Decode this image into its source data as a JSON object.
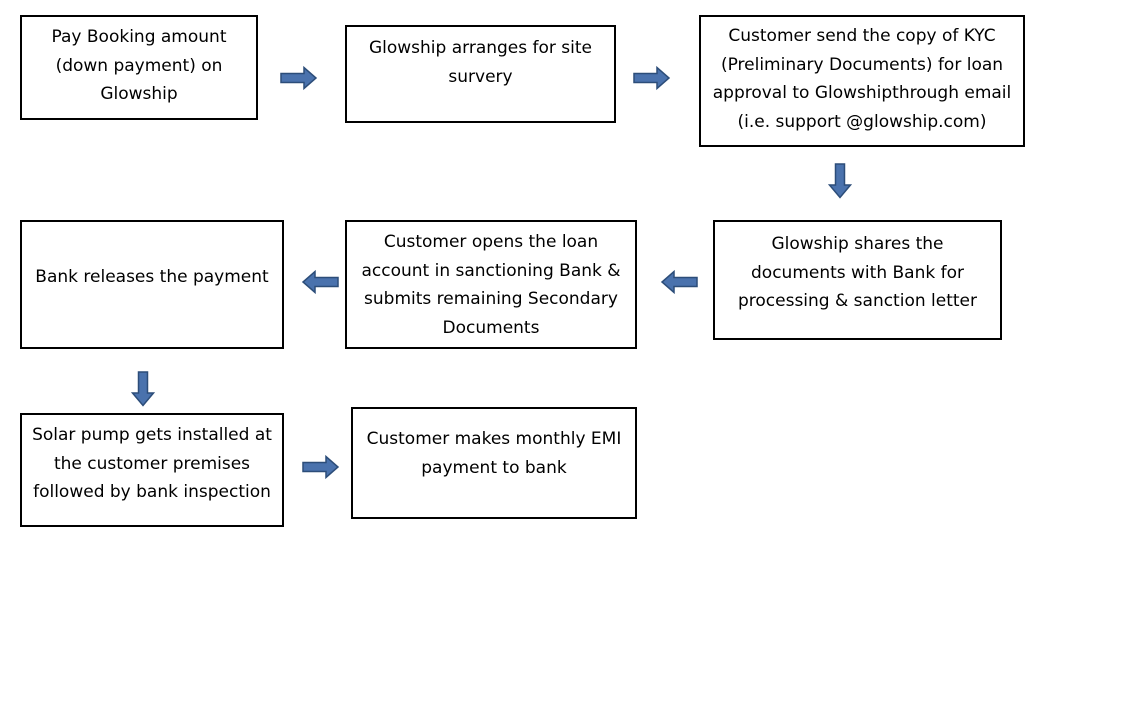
{
  "colors": {
    "arrow_fill": "#4a72ad",
    "arrow_stroke": "#2c4d79",
    "box_border": "#000000"
  },
  "steps": [
    {
      "id": "pay-booking",
      "text": "Pay Booking amount\n(down payment) on\nGlowship"
    },
    {
      "id": "site-survey",
      "text": "Glowship arranges for site\nsurvery"
    },
    {
      "id": "send-kyc",
      "text": "Customer send the copy of KYC\n(Preliminary Documents) for loan\napproval to Glowshipthrough email\n(i.e. support @glowship.com)"
    },
    {
      "id": "share-documents",
      "text": "Glowship shares the\ndocuments with Bank for\nprocessing & sanction letter"
    },
    {
      "id": "open-loan-account",
      "text": "Customer opens the loan\naccount in sanctioning Bank &\nsubmits remaining Secondary\nDocuments"
    },
    {
      "id": "bank-releases",
      "text": "Bank releases the payment"
    },
    {
      "id": "solar-pump-installed",
      "text": "Solar pump gets installed at\nthe customer premises\nfollowed by bank inspection"
    },
    {
      "id": "monthly-emi",
      "text": "Customer makes monthly EMI\npayment to bank"
    }
  ],
  "arrows": [
    {
      "from": "pay-booking",
      "to": "site-survey",
      "direction": "right"
    },
    {
      "from": "site-survey",
      "to": "send-kyc",
      "direction": "right"
    },
    {
      "from": "send-kyc",
      "to": "share-documents",
      "direction": "down"
    },
    {
      "from": "share-documents",
      "to": "open-loan-account",
      "direction": "left"
    },
    {
      "from": "open-loan-account",
      "to": "bank-releases",
      "direction": "left"
    },
    {
      "from": "bank-releases",
      "to": "solar-pump-installed",
      "direction": "down"
    },
    {
      "from": "solar-pump-installed",
      "to": "monthly-emi",
      "direction": "right"
    }
  ]
}
